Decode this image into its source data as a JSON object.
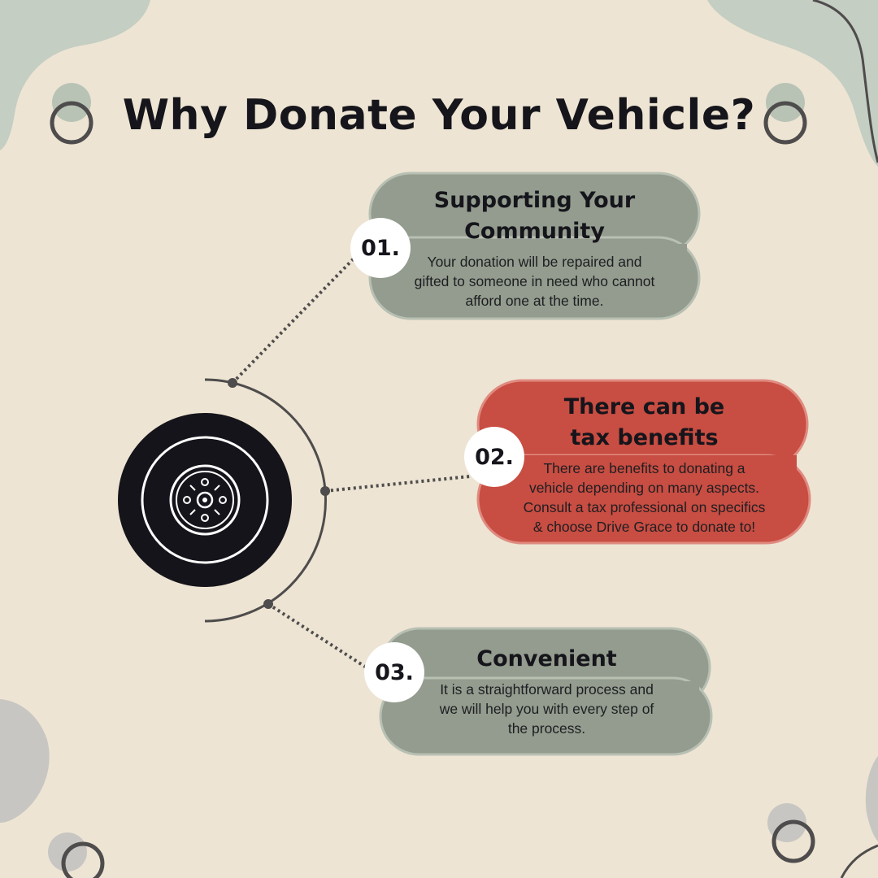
{
  "title": "Why Donate Your Vehicle?",
  "colors": {
    "background": "#ede4d3",
    "sage_card": "#939c8e",
    "red_card": "#c84d42",
    "tire": "#15141b",
    "blob_sage": "#c4cec2",
    "blob_gray": "#c8c6c2"
  },
  "center_icon": "tire-wheel-icon",
  "items": [
    {
      "number": "01.",
      "heading_line1": "Supporting Your",
      "heading_line2": "Community",
      "body_line1": "Your donation will be repaired and",
      "body_line2": "gifted to someone in need who cannot",
      "body_line3": "afford one at the time."
    },
    {
      "number": "02.",
      "heading_line1": "There can be",
      "heading_line2": "tax benefits",
      "body_line1": "There are benefits to donating a",
      "body_line2": "vehicle depending on many aspects.",
      "body_line3": "Consult a tax professional on specifics",
      "body_line4": "& choose Drive Grace to donate to!"
    },
    {
      "number": "03.",
      "heading_line1": "Convenient",
      "body_line1": "It is a straightforward process and",
      "body_line2": "we will help you with every step of",
      "body_line3": "the process."
    }
  ]
}
